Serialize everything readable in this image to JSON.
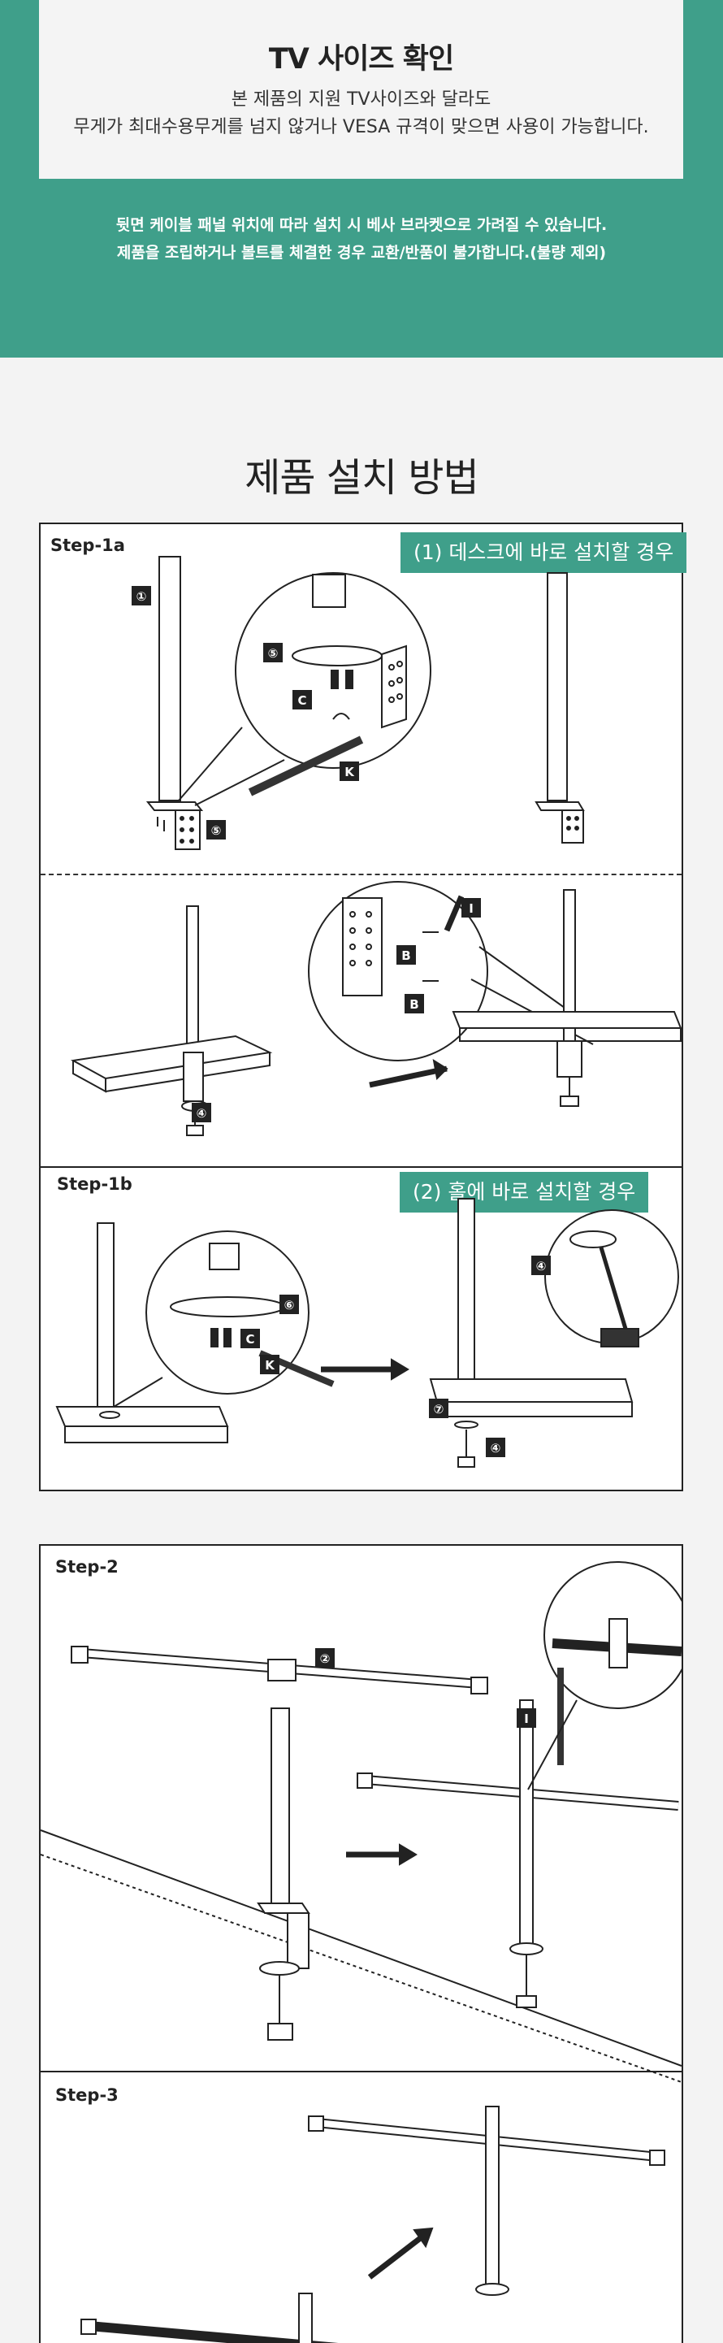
{
  "tv_size": {
    "title": "TV 사이즈 확인",
    "line1": "본 제품의 지원 TV사이즈와 달라도",
    "line2": "무게가 최대수용무게를 넘지 않거나 VESA 규격이 맞으면 사용이 가능합니다."
  },
  "notice": {
    "line1": "뒷면 케이블 패널 위치에 따라 설치 시 베사 브라켓으로 가려질 수 있습니다.",
    "line2": "제품을 조립하거나 볼트를 체결한 경우 교환/반품이 불가합니다.(불량 제외)"
  },
  "install": {
    "title": "제품 설치 방법",
    "step1a": {
      "label": "Step-1a",
      "case": "(1) 데스크에 바로 설치할 경우"
    },
    "step1b": {
      "label": "Step-1b",
      "case": "(2) 홀에 바로 설치할 경우"
    },
    "step2": {
      "label": "Step-2"
    },
    "step3": {
      "label": "Step-3"
    }
  },
  "part_labels": {
    "p1": "①",
    "p2": "②",
    "p4": "④",
    "p5": "⑤",
    "p6": "⑥",
    "p7": "⑦",
    "B": "B",
    "C": "C",
    "I": "I",
    "K": "K"
  },
  "colors": {
    "accent": "#3f9f8a",
    "ink": "#222222"
  }
}
